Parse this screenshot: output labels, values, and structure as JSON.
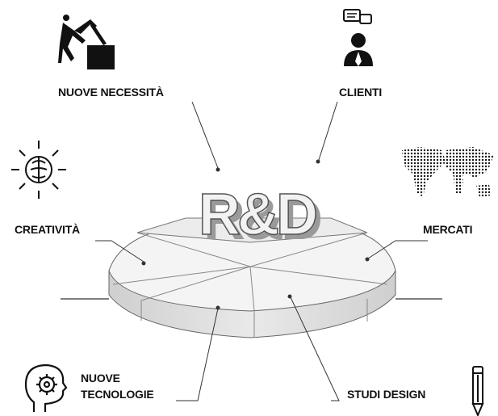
{
  "center_title": "R&D",
  "labels": {
    "nuove_necessita": "NUOVE NECESSITÀ",
    "clienti": "CLIENTI",
    "creativita": "CREATIVITÀ",
    "mercati": "MERCATI",
    "nuove_tecnologie_1": "NUOVE",
    "nuove_tecnologie_2": "TECNOLOGIE",
    "studi_design": "STUDI DESIGN"
  },
  "icons": [
    "climber-box-icon",
    "customer-chat-icon",
    "brain-idea-icon",
    "world-map-icon",
    "head-gear-icon",
    "pencil-icon"
  ],
  "colors": {
    "ink": "#111111",
    "line": "#333333",
    "pie_top": "#f4f4f4",
    "pie_side": "#dcdcdc",
    "letters_face": "#f2f2f2",
    "letters_side": "#9a9a9a"
  }
}
